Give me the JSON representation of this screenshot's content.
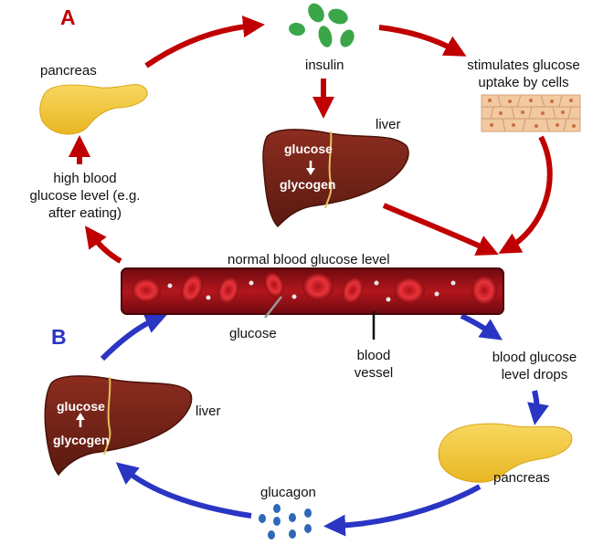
{
  "sections": {
    "a_label": "A",
    "b_label": "B",
    "a_color": "#c00000",
    "b_color": "#2a35c4"
  },
  "labels": {
    "pancreas_top": "pancreas",
    "insulin": "insulin",
    "stimulates_line1": "stimulates glucose",
    "stimulates_line2": "uptake by cells",
    "liver_top": "liver",
    "high_line1": "high blood",
    "high_line2": "glucose level (e.g.",
    "high_line3": "after eating)",
    "normal_level": "normal blood glucose level",
    "glucose_pointer": "glucose",
    "vessel_line1": "blood",
    "vessel_line2": "vessel",
    "drops_line1": "blood glucose",
    "drops_line2": "level drops",
    "liver_bottom": "liver",
    "pancreas_bottom": "pancreas",
    "glucagon": "glucagon"
  },
  "liver_top_text": {
    "glucose": "glucose",
    "glycogen": "glycogen"
  },
  "liver_bottom_text": {
    "glucose": "glucose",
    "glycogen": "glycogen"
  },
  "colors": {
    "liver": "#7a2418",
    "pancreas": "#f3c93a",
    "insulin": "#3aa648",
    "glucagon": "#2f68b8",
    "blood": "#a8141a"
  }
}
